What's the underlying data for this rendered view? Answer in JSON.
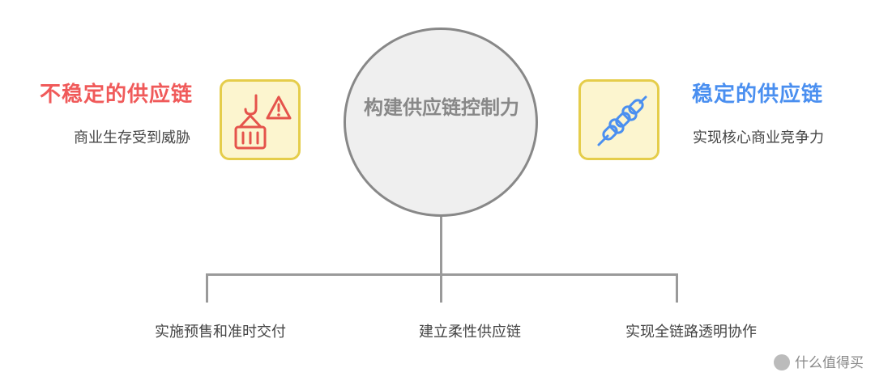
{
  "center": {
    "label": "构建供应链控制力"
  },
  "left": {
    "title": "不稳定的供应链",
    "subtitle": "商业生存受到威胁",
    "icon": "hook-crate-warning-icon",
    "title_color": "#f05a5a"
  },
  "right": {
    "title": "稳定的供应链",
    "subtitle": "实现核心商业竞争力",
    "icon": "chain-icon",
    "title_color": "#4a8ff0"
  },
  "branches": [
    {
      "label": "实施预售和准时交付"
    },
    {
      "label": "建立柔性供应链"
    },
    {
      "label": "实现全链路透明协作"
    }
  ],
  "watermark": {
    "text": "什么值得买"
  },
  "colors": {
    "icon_box_fill": "#fcf5cf",
    "icon_box_border": "#e5cd4b",
    "circle_fill": "#efefef",
    "circle_border": "#888888"
  }
}
